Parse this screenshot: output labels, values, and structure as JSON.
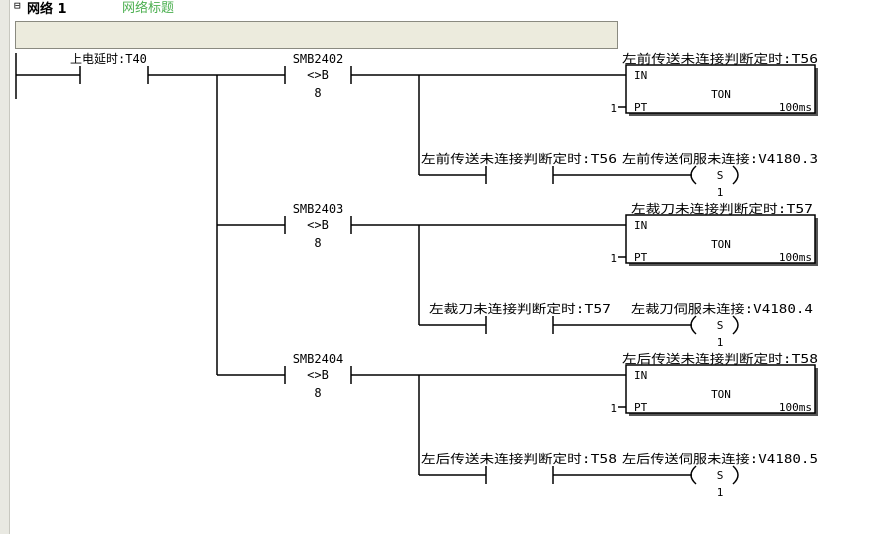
{
  "network": {
    "collapse_icon": "⊟",
    "label": "网络 1",
    "title": "网络标题"
  },
  "contacts": {
    "power_delay": "上电延时:T40",
    "smb1": "SMB2402",
    "smb2": "SMB2403",
    "smb3": "SMB2404",
    "compare_op": "<>B",
    "compare_val": "8",
    "t56": "左前传送未连接判断定时:T56",
    "t57": "左裁刀未连接判断定时:T57",
    "t58": "左后传送未连接判断定时:T58"
  },
  "timers": {
    "t56_name": "左前传送未连接判断定时:T56",
    "t57_name": "左裁刀未连接判断定时:T57",
    "t58_name": "左后传送未连接判断定时:T58",
    "in_label": "IN",
    "type_label": "TON",
    "pt_label": "PT",
    "base_label": "100ms",
    "preset": "1"
  },
  "coils": {
    "c1_name": "左前传送伺服未连接:V4180.3",
    "c2_name": "左裁刀伺服未连接:V4180.4",
    "c3_name": "左后传送伺服未连接:V4180.5",
    "set_label": "S",
    "count": "1"
  }
}
